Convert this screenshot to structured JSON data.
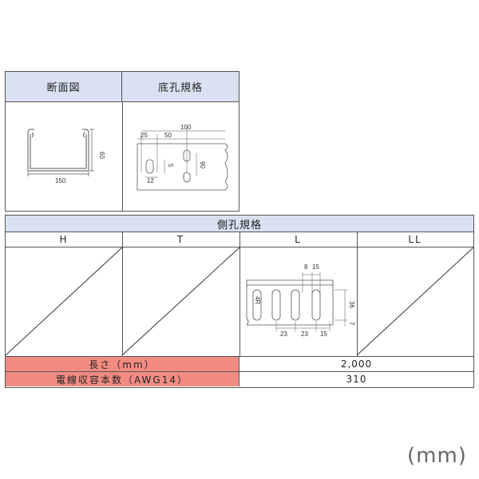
{
  "top_table": {
    "cross_section_header": "断面図",
    "bottom_hole_header": "底孔規格",
    "cross_section_dims": {
      "height": "60",
      "width": "150"
    },
    "bottom_hole_dims": {
      "d100": "100",
      "d25": "25",
      "d50": "50",
      "d5": "5",
      "d90": "90",
      "d12": "12"
    }
  },
  "side_table": {
    "title": "側孔規格",
    "columns": [
      "H",
      "T",
      "L",
      "LL"
    ],
    "l_dims": {
      "d8": "8",
      "d15a": "15",
      "d36": "36",
      "d7": "7",
      "d23a": "23",
      "d23b": "23",
      "d15b": "15",
      "d4r": "4R"
    },
    "length_label": "長さ（mm）",
    "length_value": "2,000",
    "wire_label": "電線収容本数（AWG14）",
    "wire_value": "310"
  },
  "unit_label": "(mm)",
  "colors": {
    "header_bg": "#d9e1f2",
    "label_bg": "#f28b82"
  }
}
